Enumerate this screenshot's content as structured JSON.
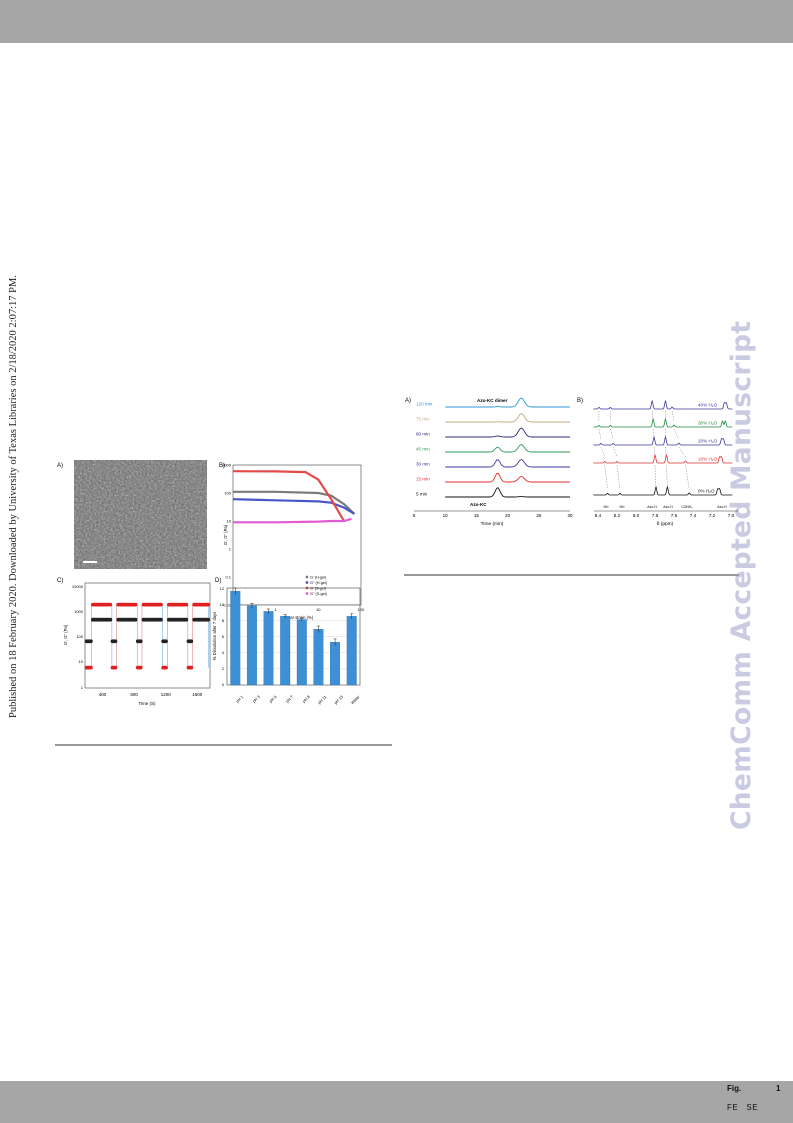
{
  "side_text": "Published on 18 February 2020. Downloaded by University of Texas Libraries on 2/18/2020 2:07:17 PM.",
  "watermark": "ChemComm Accepted Manuscript",
  "footer": {
    "fig_label": "Fig.",
    "fig_number": "1",
    "fe_se": "FE   SE"
  },
  "left_figure": {
    "panel_labels": [
      "A)",
      "B)",
      "C)",
      "D)"
    ],
    "panel_b": {
      "ylabel": "G', G'' (Pa)",
      "xlabel": "Shear strain (%)",
      "x_ticks": [
        "0.1",
        "1",
        "10",
        "100"
      ],
      "y_ticks": [
        "1000",
        "100",
        "10",
        "1",
        "0.1",
        "0.01"
      ],
      "legend": [
        "G' (H-gel)",
        "G'' (H-gel)",
        "G' (S-gel)",
        "G'' (S-gel)"
      ]
    },
    "panel_c": {
      "ylabel": "G', G'' (Pa)",
      "xlabel": "Time (S)",
      "x_ticks": [
        "400",
        "800",
        "1200",
        "1600"
      ],
      "y_ticks": [
        "10000",
        "1000",
        "100",
        "10",
        "1"
      ]
    },
    "panel_d": {
      "ylabel": "% Dissolution after 7 days",
      "y_ticks": [
        "12",
        "10",
        "8",
        "6",
        "4",
        "2",
        "0"
      ],
      "categories": [
        "pH 1",
        "pH 3",
        "pH 5",
        "pH 7",
        "pH 9",
        "pH 11",
        "pH 13",
        "Water"
      ]
    }
  },
  "right_figure": {
    "panel_labels": [
      "A)",
      "B)"
    ],
    "panel_a": {
      "time_labels": [
        "120 min",
        "75 min",
        "60 min",
        "45 min",
        "30 min",
        "15 min",
        "5 min"
      ],
      "annotations": [
        "Azo-KC dimer",
        "Azo-KC"
      ],
      "xlabel": "Time (min)",
      "x_ticks": [
        "5",
        "10",
        "15",
        "20",
        "25",
        "30"
      ]
    },
    "panel_b": {
      "water_labels": [
        "40% H₂O",
        "30% H₂O",
        "20% H₂O",
        "10% H₂O",
        "0% H₂O"
      ],
      "peak_labels": [
        "NH",
        "NH",
        "Azo-H",
        "Azo-H",
        "CONH₂",
        "Azo-H"
      ],
      "xlabel": "δ (ppm)",
      "x_ticks": [
        "8.4",
        "8.2",
        "8.0",
        "7.8",
        "7.6",
        "7.4",
        "7.2",
        "7.0"
      ]
    }
  },
  "chart_data": [
    {
      "type": "line",
      "title": "",
      "xlabel": "Shear strain (%)",
      "ylabel": "G', G'' (Pa)",
      "x_scale": "log",
      "y_scale": "log",
      "xlim": [
        0.1,
        100
      ],
      "ylim": [
        0.01,
        1000
      ],
      "legend_placement": "lower-right",
      "series": [
        {
          "name": "G' (H-gel)",
          "color": "#7b7b7b",
          "x": [
            0.1,
            1,
            10,
            20,
            40,
            70
          ],
          "y": [
            110,
            110,
            100,
            80,
            40,
            18
          ]
        },
        {
          "name": "G'' (H-gel)",
          "color": "#4a56c7",
          "x": [
            0.1,
            1,
            10,
            20,
            40,
            70
          ],
          "y": [
            60,
            55,
            50,
            45,
            30,
            18
          ]
        },
        {
          "name": "G' (S-gel)",
          "color": "#e24a4a",
          "x": [
            0.1,
            1,
            5,
            10,
            20,
            40
          ],
          "y": [
            600,
            590,
            560,
            300,
            60,
            10
          ]
        },
        {
          "name": "G'' (S-gel)",
          "color": "#e05cd0",
          "x": [
            0.1,
            1,
            10,
            20,
            40,
            60
          ],
          "y": [
            9,
            9,
            9.5,
            10,
            10,
            12
          ]
        }
      ]
    },
    {
      "type": "scatter",
      "title": "",
      "xlabel": "Time (S)",
      "ylabel": "G', G'' (Pa)",
      "y_scale": "log",
      "xlim": [
        180,
        1760
      ],
      "ylim": [
        1,
        10000
      ],
      "cycles": [
        {
          "start": 260,
          "end": 520
        },
        {
          "start": 580,
          "end": 840
        },
        {
          "start": 900,
          "end": 1160
        },
        {
          "start": 1220,
          "end": 1480
        },
        {
          "start": 1540,
          "end": 1740
        }
      ],
      "series": [
        {
          "name": "",
          "color": "#e02020",
          "high": 1500,
          "low": 6
        },
        {
          "name": "",
          "color": "#222222",
          "high": 400,
          "low": 60
        }
      ]
    },
    {
      "type": "bar",
      "title": "",
      "xlabel": "",
      "ylabel": "% Dissolution after 7 days",
      "ylim": [
        0,
        12
      ],
      "categories": [
        "pH 1",
        "pH 3",
        "pH 5",
        "pH 7",
        "pH 9",
        "pH 11",
        "pH 13",
        "Water"
      ],
      "values": [
        11.6,
        9.8,
        9.1,
        8.5,
        8.1,
        6.9,
        5.3,
        8.5
      ],
      "errors": [
        0.4,
        0.3,
        0.3,
        0.2,
        0.2,
        0.4,
        0.4,
        0.3
      ],
      "color": "#3d8fd6"
    }
  ]
}
